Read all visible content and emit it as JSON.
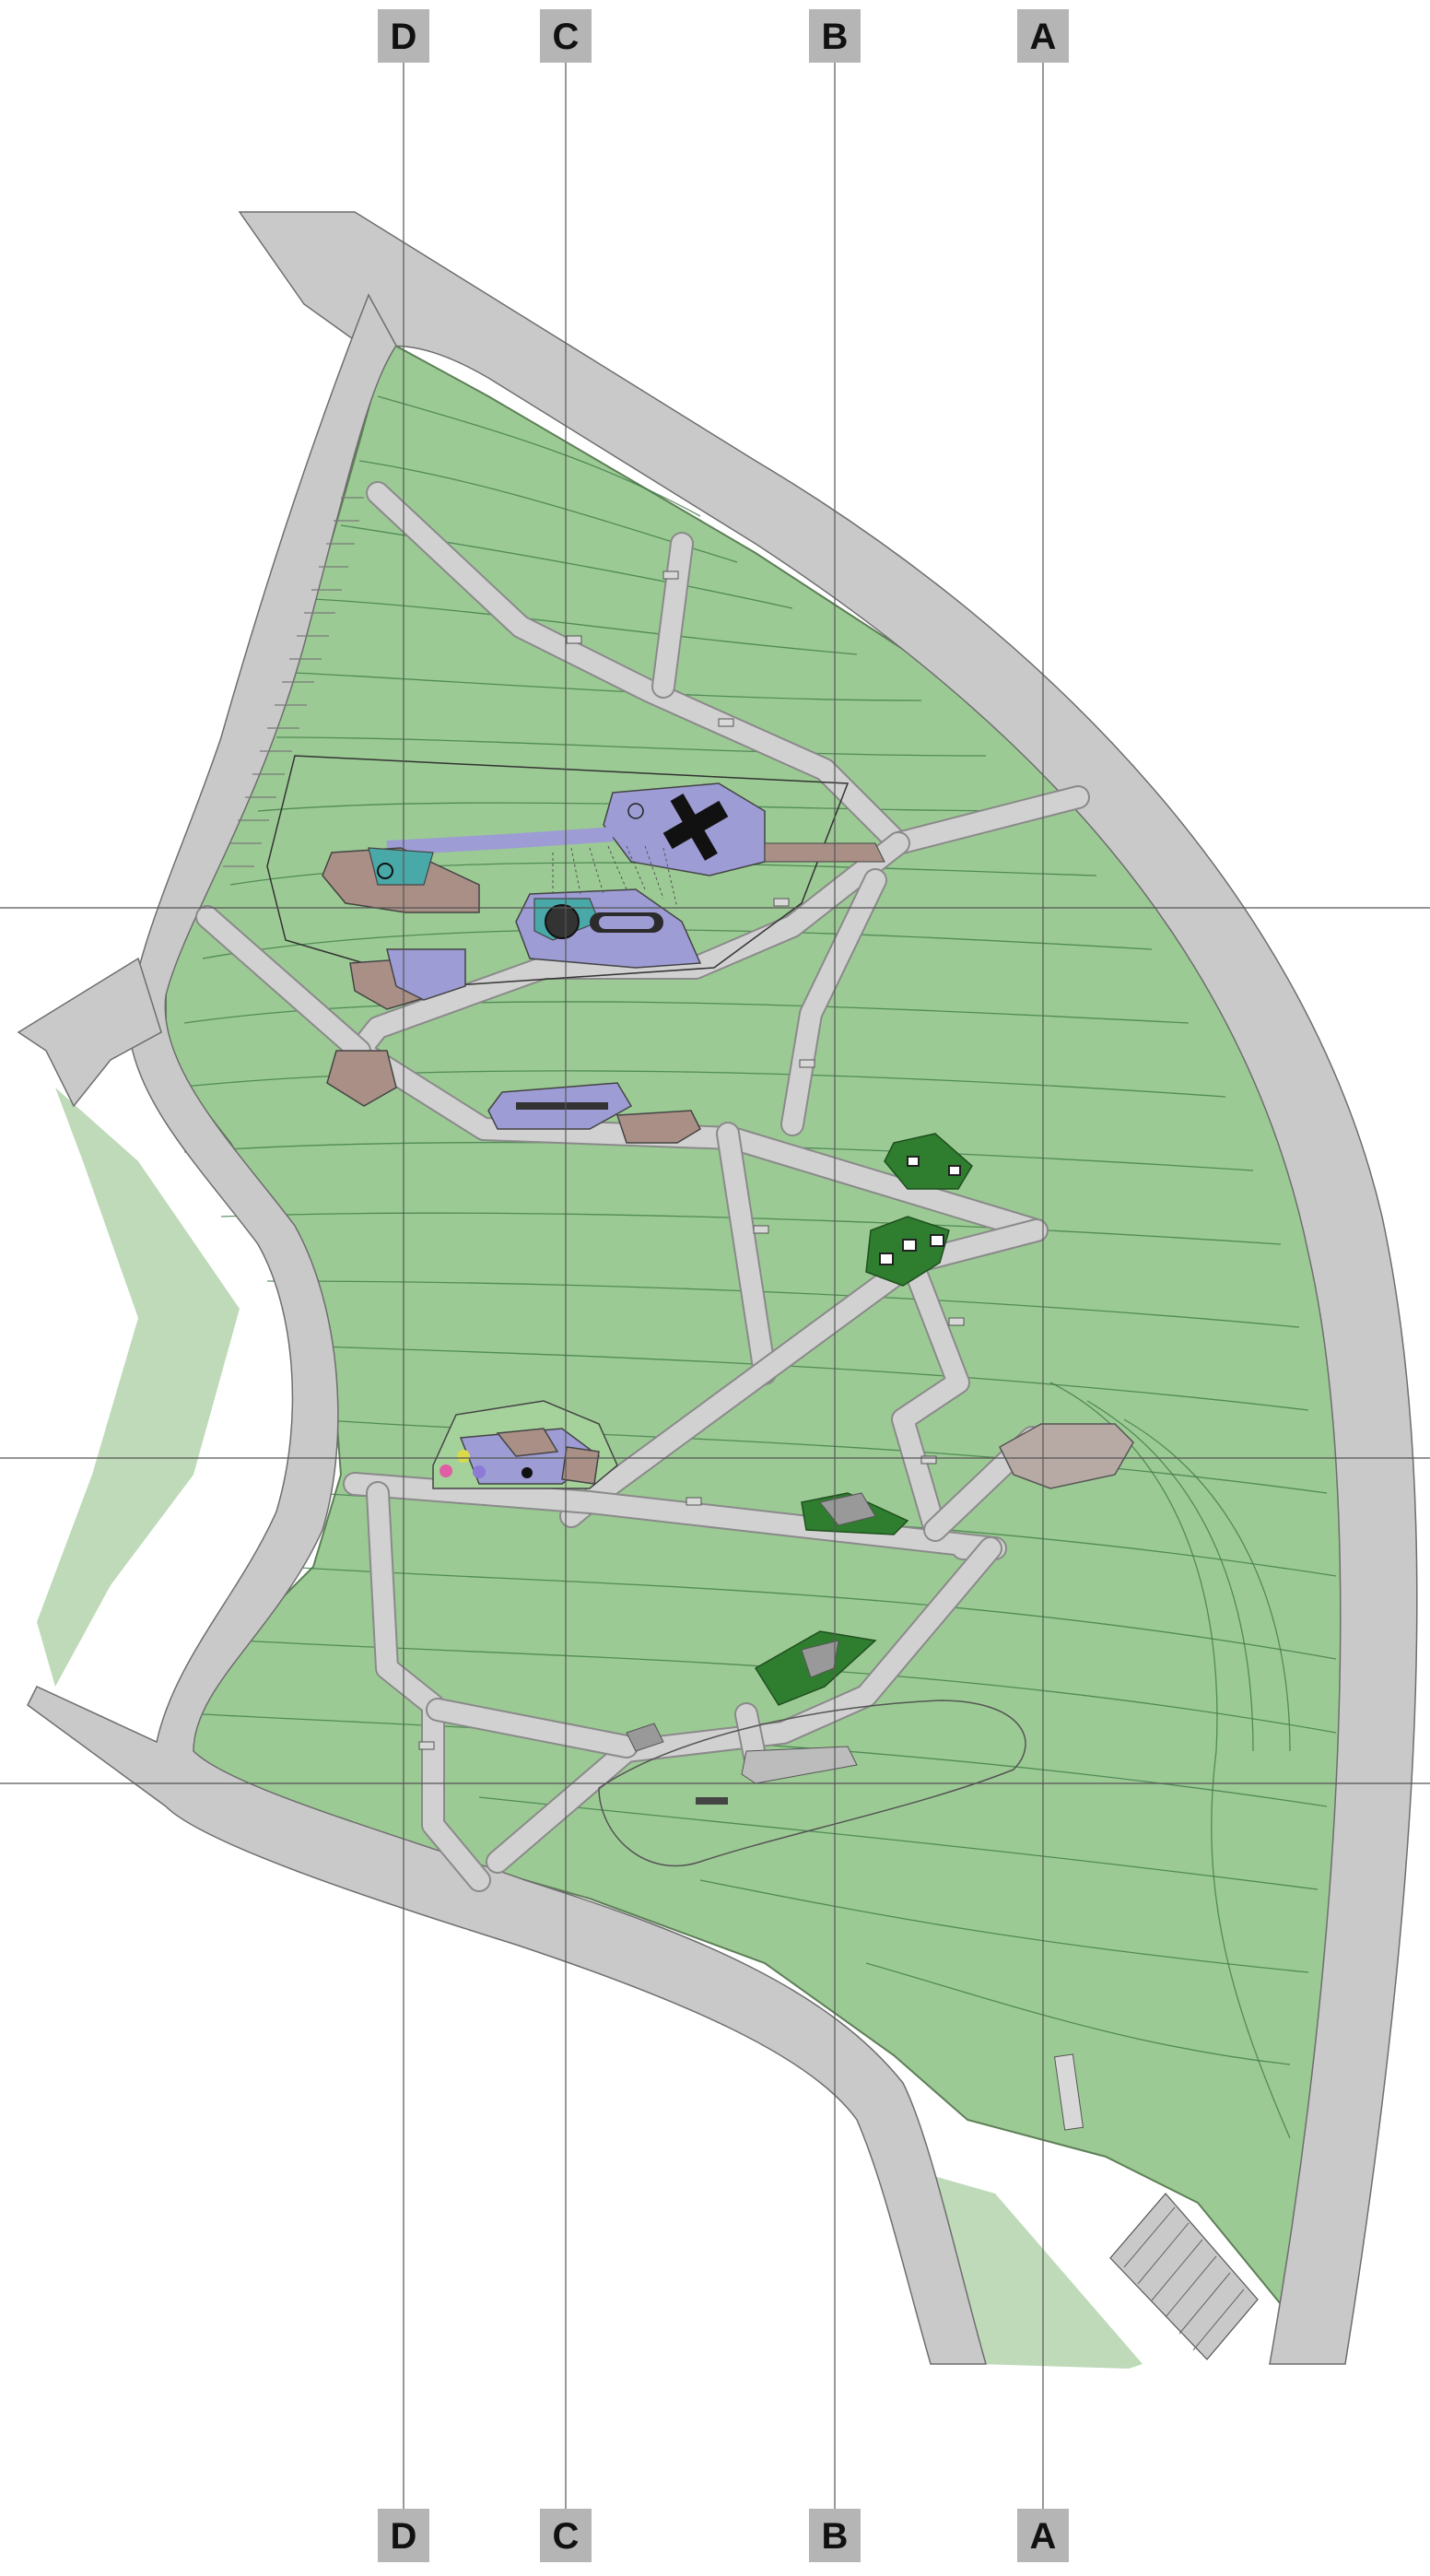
{
  "axes": {
    "top": [
      "D",
      "C",
      "B",
      "A"
    ],
    "bottom": [
      "D",
      "C",
      "B",
      "A"
    ]
  },
  "colors": {
    "grass": "#9cca94",
    "road": "#c9c9c9",
    "path": "#d1d1d1",
    "play_blue": "#9d9cd4",
    "play_brown": "#a98f86",
    "play_teal": "#49a9a8",
    "planting_dark": "#2f7d2f"
  }
}
